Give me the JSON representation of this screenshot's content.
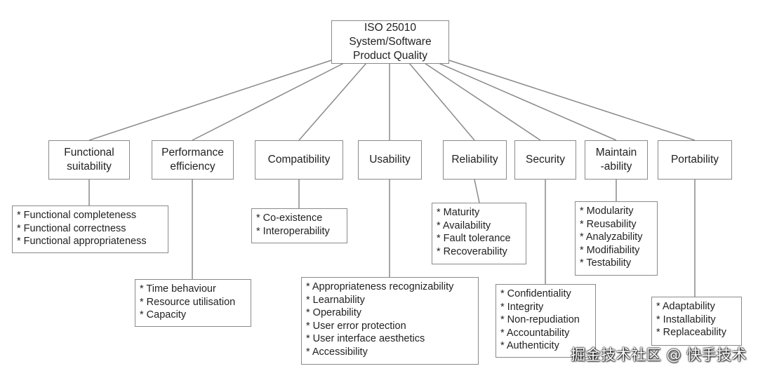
{
  "root": {
    "lines": [
      "ISO 25010",
      "System/Software",
      "Product Quality"
    ]
  },
  "characteristics": [
    {
      "id": "functional-suitability",
      "lines": [
        "Functional",
        "suitability"
      ],
      "subs": [
        "* Functional completeness",
        "* Functional correctness",
        "* Functional appropriateness"
      ]
    },
    {
      "id": "performance-efficiency",
      "lines": [
        "Performance",
        "efficiency"
      ],
      "subs": [
        "* Time behaviour",
        "* Resource utilisation",
        "* Capacity"
      ]
    },
    {
      "id": "compatibility",
      "lines": [
        "Compatibility"
      ],
      "subs": [
        "* Co-existence",
        "* Interoperability"
      ]
    },
    {
      "id": "usability",
      "lines": [
        "Usability"
      ],
      "subs": [
        "* Appropriateness recognizability",
        "* Learnability",
        "* Operability",
        "* User error protection",
        "* User interface aesthetics",
        "* Accessibility"
      ]
    },
    {
      "id": "reliability",
      "lines": [
        "Reliability"
      ],
      "subs": [
        "* Maturity",
        "* Availability",
        "* Fault tolerance",
        "* Recoverability"
      ]
    },
    {
      "id": "security",
      "lines": [
        "Security"
      ],
      "subs": [
        "* Confidentiality",
        "* Integrity",
        "* Non-repudiation",
        "* Accountability",
        "* Authenticity"
      ]
    },
    {
      "id": "maintainability",
      "lines": [
        "Maintain",
        "-ability"
      ],
      "subs": [
        "* Modularity",
        "* Reusability",
        "* Analyzability",
        "* Modifiability",
        "* Testability"
      ]
    },
    {
      "id": "portability",
      "lines": [
        "Portability"
      ],
      "subs": [
        "* Adaptability",
        "* Installability",
        "* Replaceability"
      ]
    }
  ],
  "watermark": "掘金技术社区 @ 快手技术"
}
